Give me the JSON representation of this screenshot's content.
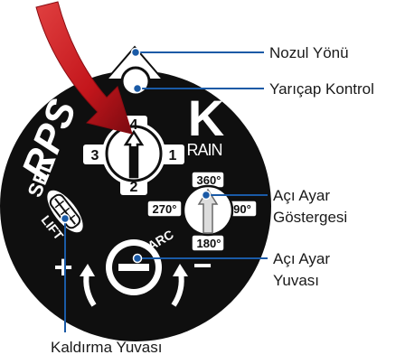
{
  "diagram": {
    "brand": {
      "rps_letters": "RPS",
      "sel_letters": "SEL",
      "k_letter": "K",
      "rain_word": "RAIN"
    },
    "nozzle_dial": {
      "pos_4": "4",
      "pos_3": "3",
      "pos_2": "2",
      "pos_1": "1"
    },
    "arc_dial": {
      "deg_360": "360°",
      "deg_270": "270°",
      "deg_90": "90°",
      "deg_180": "180°"
    },
    "markings": {
      "lift": "LIFT",
      "arc": "ARC",
      "plus": "+",
      "minus": "−"
    },
    "callouts": {
      "nozzle_direction": "Nozul Yönü",
      "radius_control": "Yarıçap Kontrol",
      "arc_indicator_line1": "Açı Ayar",
      "arc_indicator_line2": "Göstergesi",
      "arc_slot_line1": "Açı Ayar",
      "arc_slot_line2": "Yuvası",
      "lift_slot": "Kaldırma Yuvası"
    },
    "colors": {
      "disc": "#0f0f0f",
      "label_white": "#ffffff",
      "arrow_red": "#c4161c",
      "leader_blue": "#1a5aa6"
    }
  }
}
